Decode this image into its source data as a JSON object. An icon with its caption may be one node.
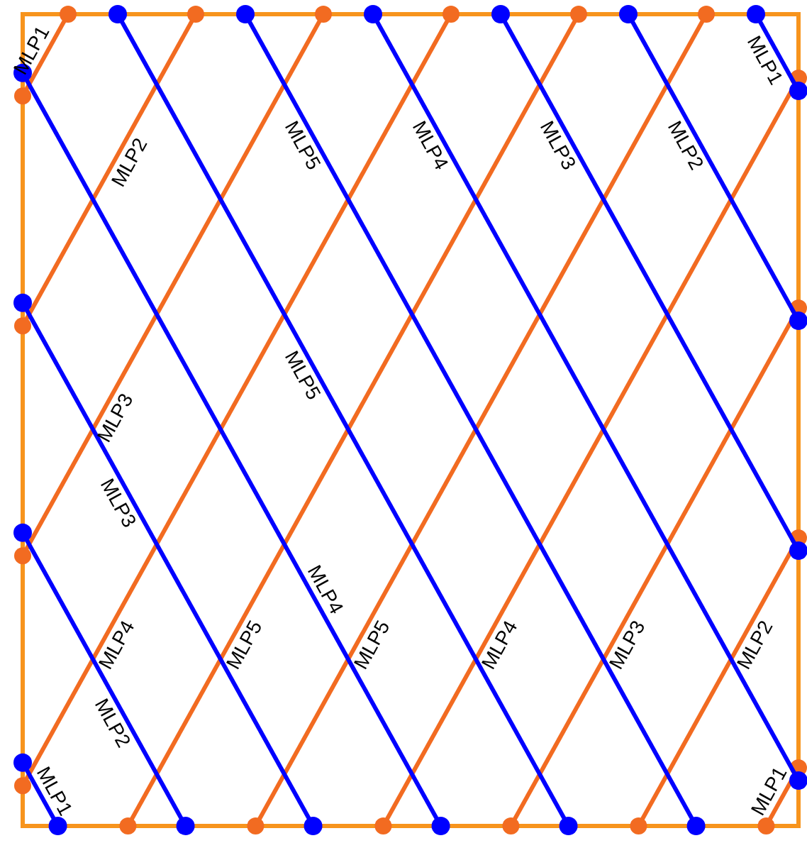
{
  "diagram": {
    "labels": [
      "MLP1",
      "MLP1",
      "MLP2",
      "MLP5",
      "MLP4",
      "MLP3",
      "MLP2",
      "MLP5",
      "MLP3",
      "MLP3",
      "MLP4",
      "MLP4",
      "MLP5",
      "MLP5",
      "MLP4",
      "MLP3",
      "MLP2",
      "MLP2",
      "MLP1",
      "MLP1"
    ]
  }
}
